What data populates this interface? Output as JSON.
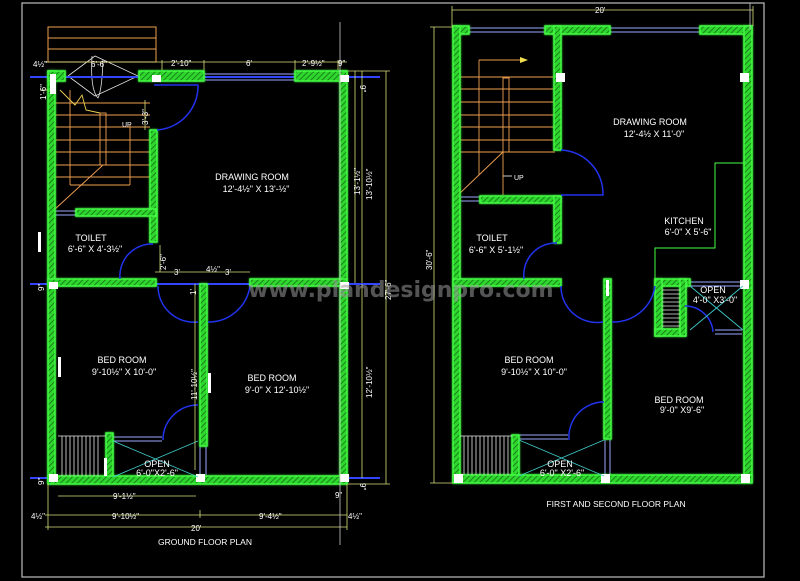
{
  "colors": {
    "background": "#000000",
    "wall": "#33ff33",
    "wall_hatch": "#1a8a1a",
    "window": "#3344ff",
    "window_light": "#9aa8ff",
    "dimension": "#d8e07a",
    "stair": "#f0a050",
    "text": "#ffffff",
    "door": "#2233ee",
    "open_cross": "#40c8c8",
    "frame": "#cccccc",
    "watermark": "#9a9a9a"
  },
  "watermark": "www.plandesignpro.com",
  "ground_floor": {
    "title": "GROUND FLOOR PLAN",
    "rooms": [
      {
        "name": "DRAWING ROOM",
        "size": "12'-4½\" X 13'-½\""
      },
      {
        "name": "TOILET",
        "size": "6'-6\" X  4'-3½\""
      },
      {
        "name": "BED ROOM",
        "size": "9'-10½\" X  10'-0\""
      },
      {
        "name": "BED ROOM",
        "size": "9'-0\" X  12'-10½\""
      },
      {
        "name": "OPEN",
        "size": "6'-0\"X2'-6\""
      }
    ],
    "stair_label": "UP",
    "dimensions": {
      "top_left": "4½\"",
      "top_stair": "6'-6\"",
      "top_a": "2'-10\"",
      "top_b": "6'",
      "top_c": "2'-9½\"",
      "top_d": "9\"",
      "left_top": "1'-6\"",
      "door_drop": "3'-3\"",
      "toilet_door": "2'-6\"",
      "mid_a": "3'",
      "mid_b": "4½\"",
      "mid_c": "3'",
      "mid_d": "1'",
      "right_a": "9\"",
      "right_b": "13'-1½\"",
      "right_c": "13'-10½\"",
      "right_total": "27'-6\"",
      "right_d": "12'-10½\"",
      "right_e": "9\"",
      "inner": "11'-10½\"",
      "left_mid": "9\"",
      "left_bot": "9\"",
      "bot_a": "9'-1½\"",
      "bot_b": "9\"",
      "bot_left": "4½\"",
      "bot_c": "9'-10½\"",
      "bot_d": "9'-4½\"",
      "bot_right": "4½\"",
      "bot_total": "20'"
    }
  },
  "first_floor": {
    "title": "FIRST AND SECOND FLOOR PLAN",
    "rooms": [
      {
        "name": "DRAWING ROOM",
        "size": "12'-4½ X 11'-0\""
      },
      {
        "name": "KITCHEN",
        "size": "6'-0\" X 5'-6\""
      },
      {
        "name": "TOILET",
        "size": "6'-6\" X 5'-1½\""
      },
      {
        "name": "OPEN",
        "size": "4'-0\" X3'-0\""
      },
      {
        "name": "BED ROOM",
        "size": "9'-10½\" X 10\"-0\""
      },
      {
        "name": "BED ROOM",
        "size": "9'-0\" X9'-6\""
      },
      {
        "name": "OPEN",
        "size": "6'-0\" X2'-6\""
      }
    ],
    "stair_label": "UP",
    "dimensions": {
      "top_total": "20'",
      "left_total": "30'-6\""
    }
  }
}
